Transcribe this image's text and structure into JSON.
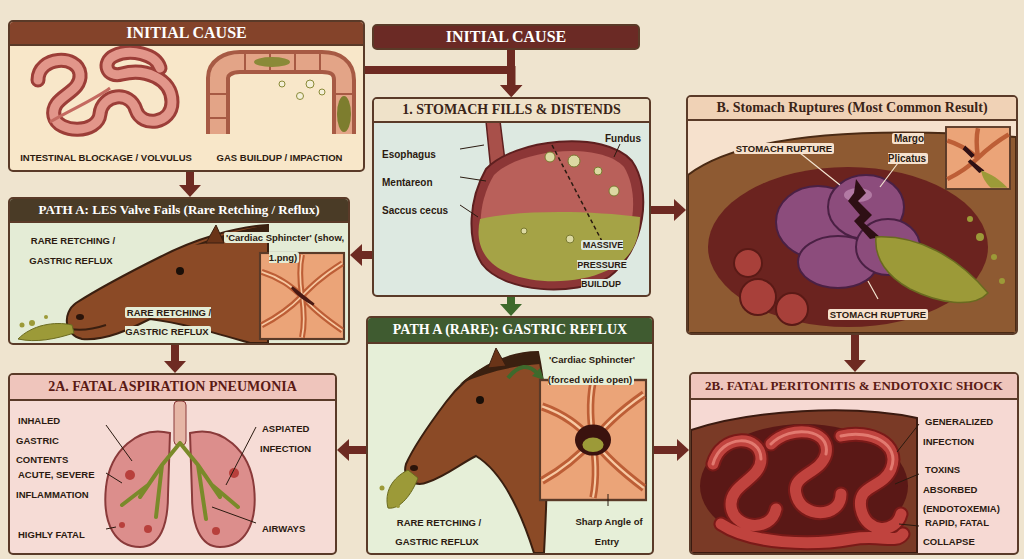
{
  "diagram": {
    "nodes": [
      {
        "text": [
          "INITIAL CAUSE"
        ]
      },
      {
        "text": [
          "INITIAL CAUSE"
        ]
      },
      {
        "text": [
          "1. STOMACH FILLS & DISTENDS"
        ]
      },
      {
        "text": [
          "B. Stomach Ruptures (Most Common Result)"
        ]
      },
      {
        "text": [
          "PATH A: LES Valve Fails (Rare Retching / Reflux)"
        ]
      },
      {
        "text": [
          "2A. FATAL ASPIRATION PNEUMONIA"
        ]
      },
      {
        "text": [
          "PATH A (RARE): GASTRIC REFLUX"
        ]
      },
      {
        "text": [
          "2B. FATAL PERITONITIS & ENDOTOXIC SHOCK"
        ]
      }
    ],
    "edges": [
      {
        "from": 0,
        "to": 2,
        "arrow": "to"
      },
      {
        "from": 1,
        "to": 2,
        "arrow": "to"
      },
      {
        "from": 0,
        "to": 4,
        "arrow": "to"
      },
      {
        "from": 2,
        "to": 4,
        "arrow": "to"
      },
      {
        "from": 2,
        "to": 3,
        "arrow": "to"
      },
      {
        "from": 2,
        "to": 6,
        "arrow": "to"
      },
      {
        "from": 4,
        "to": 5,
        "arrow": "to"
      },
      {
        "from": 6,
        "to": 5,
        "arrow": "to"
      },
      {
        "from": 6,
        "to": 7,
        "arrow": "to"
      },
      {
        "from": 3,
        "to": 7,
        "arrow": "to"
      }
    ],
    "labels": [
      "INTESTINAL BLOCKAGE / VOLVULUS",
      "GAS BUILDUP / IMPACTION",
      "Fundus",
      "Esophagus",
      "Mentareon",
      "Saccus cecus",
      "MASSIVE PRESSURE BUILDUP",
      "STOMACH RUPTURE",
      "Margo Plicatus",
      "STOMACH RUPTURE",
      "RARE RETCHING / GASTRIC REFLUX",
      "'Cardiac Sphincter' (show, 1.png)",
      "RARE RETCHING / GASTRIC REFLUX",
      "INHALED GASTRIC CONTENTS",
      "ACUTE, SEVERE INFLAMMATION",
      "HIGHLY FATAL",
      "ASPIATED INFECTION",
      "AIRWAYS",
      "'Cardiac Sphincter' (forced wide open)",
      "RARE RETCHING / GASTRIC REFLUX",
      "Sharp Angle of Entry",
      "GENERALIZED INFECTION",
      "TOXINS ABSORBED (ENDOTOXEMIA)",
      "RAPID, FATAL COLLAPSE"
    ]
  }
}
